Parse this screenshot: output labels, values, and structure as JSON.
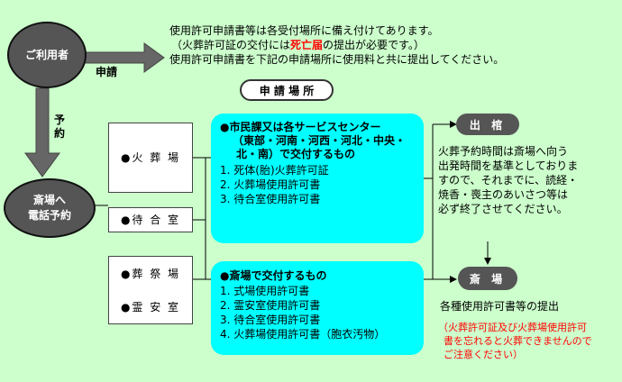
{
  "user_oval": "ご利用者",
  "apply_label": "申請",
  "reserve_label": "予約",
  "phone_oval": [
    "斎場へ",
    "電話予約"
  ],
  "intro": {
    "line1": "使用許可申請書等は各受付場所に備え付けてあります。",
    "line2_pre": "（火葬許可証の交付には",
    "line2_red": "死亡届",
    "line2_post": "の提出が必要です。）",
    "line3": "使用許可申請書を下記の申請場所に使用料と共に提出してください。"
  },
  "places_title": "申 請 場 所",
  "left_boxes": {
    "crematorium": "●火 葬 場",
    "waiting": "●待 合 室",
    "funeral_hall": "●葬 祭 場",
    "mortuary": "●霊 安 室"
  },
  "cyan_top": {
    "heading": [
      "●市民課又は各サービスセンター",
      "（東部・河南・河西・河北・中央・",
      "北・南）で交付するもの"
    ],
    "items": [
      "1. 死体(胎)火葬許可証",
      "2. 火葬場使用許可書",
      "3. 待合室使用許可書"
    ]
  },
  "cyan_bottom": {
    "heading": "●斎場で交付するもの",
    "items": [
      "1. 式場使用許可書",
      "2. 霊安室使用許可書",
      "3. 待合室使用許可書",
      "4. 火葬場使用許可書（胞衣汚物）"
    ]
  },
  "departure_pill": "出 棺",
  "departure_note": [
    "火葬予約時間は斎場へ向う",
    "出発時間を基準としておりま",
    "すので、それまでに、読経・",
    "焼香・喪主のあいさつ等は",
    "必ず終了させてください。"
  ],
  "saijo_pill": "斎 場",
  "submit_note": "各種使用許可書等の提出",
  "warning": [
    "（火葬許可証及び火葬場使用許可",
    "書を忘れると火葬できませんので",
    "ご注意ください）"
  ]
}
